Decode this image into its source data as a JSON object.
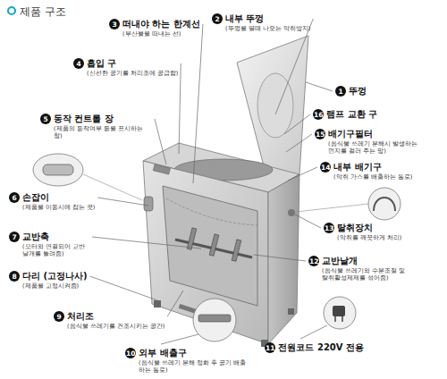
{
  "diagram": {
    "title": "제품 구조",
    "nodes": [
      {
        "text": [
          "1",
          "뚜껑"
        ]
      },
      {
        "text": [
          "2",
          "내부 뚜껑",
          "(뚜껑을 열때 나오는 악취방지)"
        ]
      },
      {
        "text": [
          "3",
          "떠내야 하는 한계선",
          "(부산물을 떠내는 선)"
        ]
      },
      {
        "text": [
          "4",
          "흡입 구",
          "(신선한 공기를 처리조에 공급함)"
        ]
      },
      {
        "text": [
          "5",
          "동작 컨트롤 장",
          "(제품의 동작여부 등을 표시하는 창)"
        ]
      },
      {
        "text": [
          "6",
          "손잡이",
          "(제품을 이동시에 잡는 곳)"
        ]
      },
      {
        "text": [
          "7",
          "교반축",
          "(모터와 연결되어 교반날개를 돌려줌)"
        ]
      },
      {
        "text": [
          "8",
          "다리 (고정나사)",
          "(제품을 고정시켜줌)"
        ]
      },
      {
        "text": [
          "9",
          "처리조",
          "(음식물 쓰레기를 건조시키는 공간)"
        ]
      },
      {
        "text": [
          "10",
          "외부 배출구",
          "(음식물 쓰레기 분해 정화 후 공기 배출하는 통로)"
        ]
      },
      {
        "text": [
          "11",
          "전원코드 220V 전용"
        ]
      },
      {
        "text": [
          "12",
          "교반날개",
          "(음식물 쓰레기와 수분조절 및 탈취활성제제를 섞어줌)"
        ]
      },
      {
        "text": [
          "13",
          "탈취장치",
          "(악취를 깨끗하게 처리)"
        ]
      },
      {
        "text": [
          "14",
          "내부 배기구",
          "(악취 가스를 배출하는 통로)"
        ]
      },
      {
        "text": [
          "15",
          "배기구필터",
          "(음식물 쓰레기 분해시 발생하는 먼지를 걸러 주는 망)"
        ]
      },
      {
        "text": [
          "16",
          "램프 교환 구"
        ]
      }
    ]
  }
}
